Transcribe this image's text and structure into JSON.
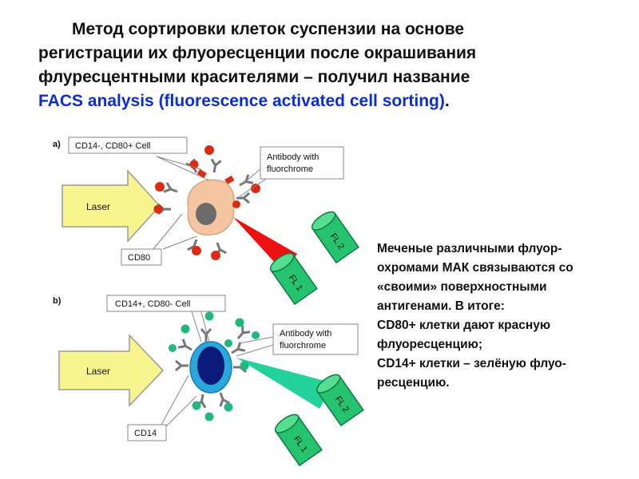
{
  "title": {
    "line1": "Метод сортировки клеток суспензии на основе",
    "line2": "регистрации их флуоресценции после окрашивания",
    "line3": "флуресцентными красителями – получил название",
    "line4_blue": "FACS analysis (fluorescence activated cell sorting)",
    "line4_end": "."
  },
  "description": [
    "Меченые различными флуор-",
    "охромами МАК связываются со",
    "«своими» поверхностными",
    "антигенами. В итоге:",
    "CD80+ клетки дают красную",
    "флуоресценцию;",
    "CD14+ клетки – зелёную флуо-",
    "ресценцию."
  ],
  "panel_a": {
    "tag": "a)",
    "cell_label": "CD14-, CD80+ Cell",
    "antibody_label_1": "Antibody with",
    "antibody_label_2": "fluorchrome",
    "laser_label": "Laser",
    "marker_label": "CD80",
    "detector_top": "FL 2",
    "detector_bottom": "FL 1",
    "emission_color": "#ee1111",
    "cell_color": "#f5c4a0",
    "fluor_color": "#dd2b12"
  },
  "panel_b": {
    "tag": "b)",
    "cell_label": "CD14+, CD80- Cell",
    "antibody_label_1": "Antibody with",
    "antibody_label_2": "fluorchrome",
    "laser_label": "Laser",
    "marker_label": "CD14",
    "detector_top": "FL 2",
    "detector_bottom": "FL 1",
    "emission_color": "#22d29a",
    "cell_color": "#2aa7dc",
    "nucleus_color": "#0c1a7a",
    "fluor_color": "#20b97c"
  },
  "colors": {
    "title_blue": "#0a2ecf",
    "laser_fill": "#f7f48e",
    "detector_green": "#25c36f"
  }
}
